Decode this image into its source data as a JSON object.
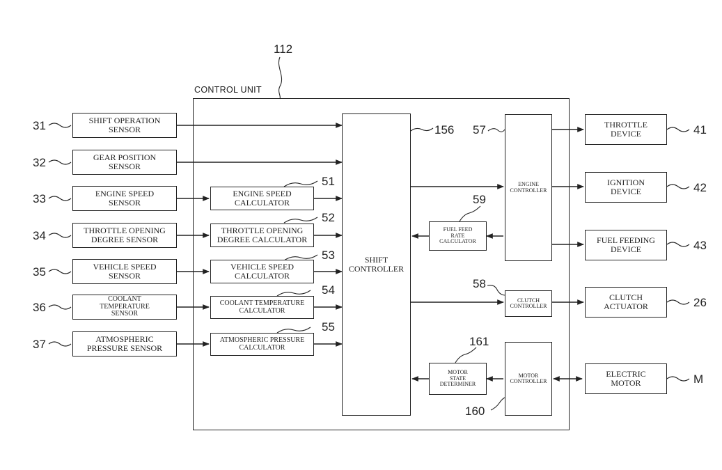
{
  "control_unit": {
    "ref": "112",
    "title": "CONTROL UNIT"
  },
  "sensors": [
    {
      "ref": "31",
      "label": "SHIFT OPERATION\nSENSOR"
    },
    {
      "ref": "32",
      "label": "GEAR POSITION\nSENSOR"
    },
    {
      "ref": "33",
      "label": "ENGINE SPEED\nSENSOR"
    },
    {
      "ref": "34",
      "label": "THROTTLE OPENING\nDEGREE SENSOR"
    },
    {
      "ref": "35",
      "label": "VEHICLE SPEED\nSENSOR"
    },
    {
      "ref": "36",
      "label": "COOLANT\nTEMPERATURE\nSENSOR"
    },
    {
      "ref": "37",
      "label": "ATMOSPHERIC\nPRESSURE SENSOR"
    }
  ],
  "calculators": [
    {
      "ref": "51",
      "label": "ENGINE SPEED\nCALCULATOR"
    },
    {
      "ref": "52",
      "label": "THROTTLE OPENING\nDEGREE CALCULATOR"
    },
    {
      "ref": "53",
      "label": "VEHICLE SPEED\nCALCULATOR"
    },
    {
      "ref": "54",
      "label": "COOLANT TEMPERATURE\nCALCULATOR"
    },
    {
      "ref": "55",
      "label": "ATMOSPHERIC PRESSURE\nCALCULATOR"
    }
  ],
  "shift_controller": {
    "ref": "156",
    "label": "SHIFT\nCONTROLLER"
  },
  "engine_controller": {
    "ref": "57",
    "label": "ENGINE\nCONTROLLER"
  },
  "fuel_feed_rate_calculator": {
    "ref": "59",
    "label": "FUEL FEED\nRATE\nCALCULATOR"
  },
  "clutch_controller": {
    "ref": "58",
    "label": "CLUTCH\nCONTROLLER"
  },
  "motor_state_determiner": {
    "ref": "161",
    "label": "MOTOR\nSTATE\nDETERMINER"
  },
  "motor_controller": {
    "ref": "160",
    "label": "MOTOR\nCONTROLLER"
  },
  "outputs": [
    {
      "ref": "41",
      "label": "THROTTLE\nDEVICE"
    },
    {
      "ref": "42",
      "label": "IGNITION\nDEVICE"
    },
    {
      "ref": "43",
      "label": "FUEL FEEDING\nDEVICE"
    },
    {
      "ref": "26",
      "label": "CLUTCH\nACTUATOR"
    },
    {
      "ref": "M",
      "label": "ELECTRIC\nMOTOR"
    }
  ]
}
